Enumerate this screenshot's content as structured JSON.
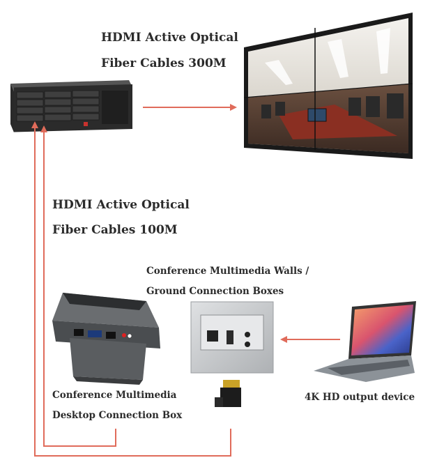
{
  "labels": {
    "fiber_300m_line1": "HDMI Active Optical",
    "fiber_300m_line2": "Fiber Cables 300M",
    "fiber_100m_line1": "HDMI Active Optical",
    "fiber_100m_line2": "Fiber Cables 100M",
    "wall_box_line1": "Conference Multimedia Walls /",
    "wall_box_line2": "Ground Connection Boxes",
    "desktop_box_line1": "Conference Multimedia",
    "desktop_box_line2": "Desktop Connection Box",
    "output_device": "4K HD output device"
  },
  "colors": {
    "arrow": "#e06b5a",
    "text": "#2b2b2b",
    "screen_bezel": "#1a1a1a",
    "wall_plate": "#c8cacc"
  }
}
